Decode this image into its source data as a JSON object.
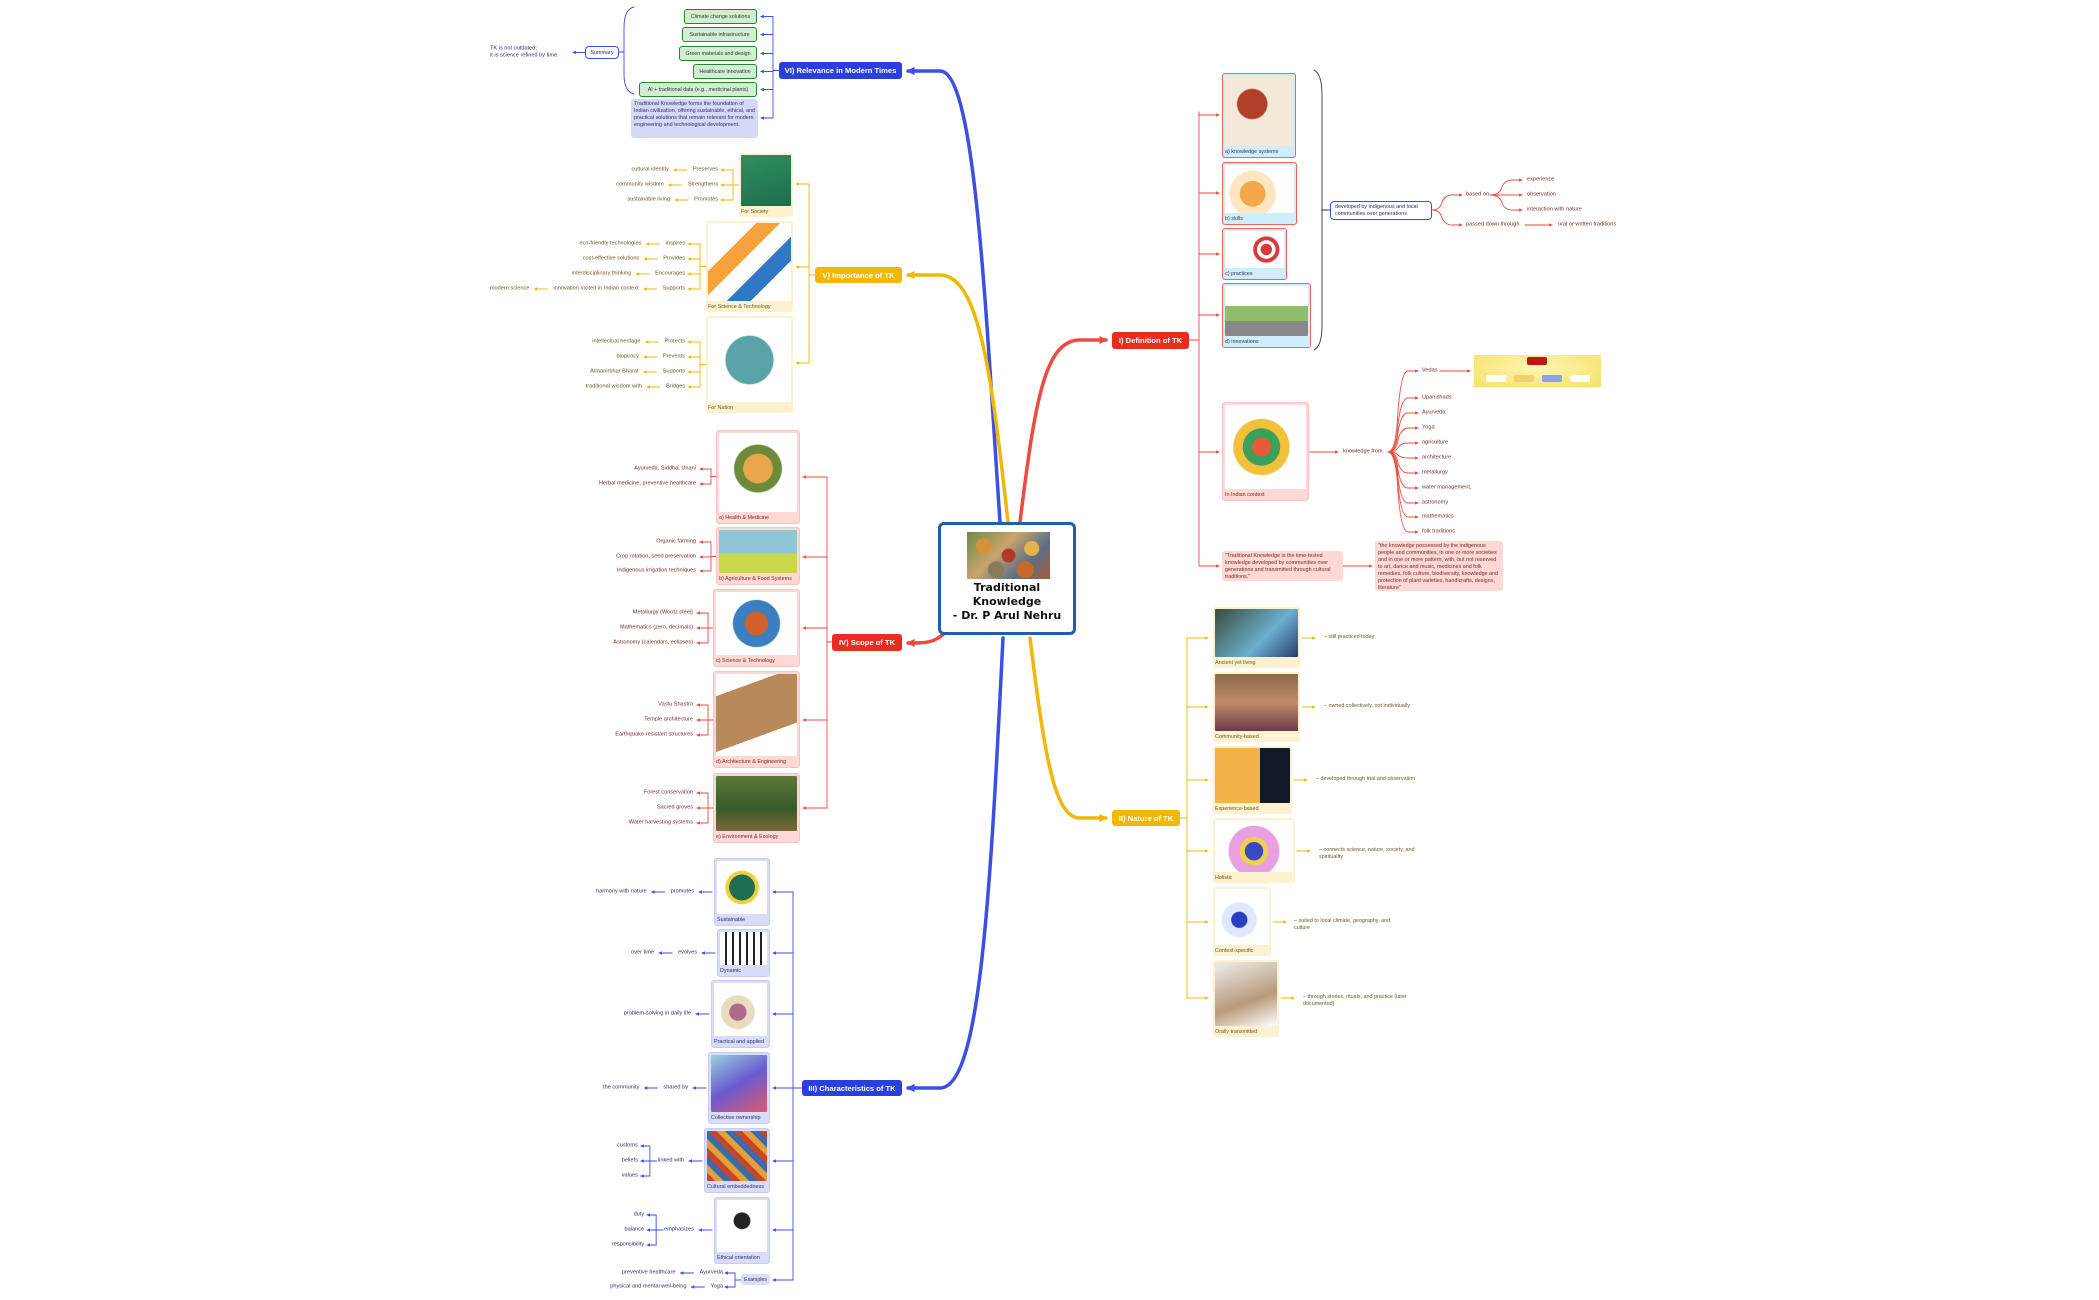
{
  "central": {
    "title_line1": "Traditional",
    "title_line2": "Knowledge",
    "title_line3": "- Dr. P Arul Nehru"
  },
  "colors": {
    "blue": "#2b3fe0",
    "red": "#ea2b1f",
    "yellow": "#f2b705",
    "center_border": "#1f5fae",
    "green": "#1f8a2c"
  },
  "relevance": {
    "label": "VI) Relevance in Modern Times",
    "items": [
      "Climate change solutions",
      "Sustainable infrastructure",
      "Green materials and design",
      "Healthcare innovation",
      "AI + traditional data (e.g., medicinal plants)"
    ],
    "summary_text": "Traditional Knowledge forms the foundation of Indian civilization, offering sustainable, ethical, and practical solutions that remain relevant for modern engineering and technological development.",
    "summary_label": "Summary",
    "summary_note_1": "TK is not outdated;",
    "summary_note_2": "it is science refined by time."
  },
  "importance": {
    "label": "V) Importance of TK",
    "cards": [
      {
        "label": "For Society",
        "rows": [
          [
            "Preserves",
            "cultural identity"
          ],
          [
            "Strengthens",
            "community wisdom"
          ],
          [
            "Promotes",
            "sustainable living"
          ]
        ]
      },
      {
        "label": "For Science & Technology",
        "rows": [
          [
            "Inspires",
            "eco-friendly technologies"
          ],
          [
            "Provides",
            "cost-effective solutions"
          ],
          [
            "Encourages",
            "interdisciplinary thinking"
          ],
          [
            "Supports",
            "innovation rooted in Indian context",
            "modern science"
          ]
        ]
      },
      {
        "label": "For Nation",
        "rows": [
          [
            "Protects",
            "intellectual heritage"
          ],
          [
            "Prevents",
            "biopiracy"
          ],
          [
            "Supports",
            "Atmanirbhar Bharat"
          ],
          [
            "Bridges",
            "traditional wisdom with"
          ]
        ]
      }
    ]
  },
  "scope": {
    "label": "IV) Scope of TK",
    "cards": [
      {
        "label": "a) Health & Medicine",
        "items": [
          "Ayurveda, Siddha, Unani",
          "Herbal medicine, preventive healthcare"
        ]
      },
      {
        "label": "b) Agriculture & Food Systems",
        "items": [
          "Organic farming",
          "Crop rotation, seed preservation",
          "Indigenous irrigation techniques"
        ]
      },
      {
        "label": "c) Science & Technology",
        "items": [
          "Metallurgy (Wootz steel)",
          "Mathematics (zero, decimals)",
          "Astronomy (calendars, eclipses)"
        ]
      },
      {
        "label": "d) Architecture & Engineering",
        "items": [
          "Vastu Shastra",
          "Temple architecture",
          "Earthquake-resistant structures"
        ]
      },
      {
        "label": "e) Environment & Ecology",
        "items": [
          "Forest conservation",
          "Sacred groves",
          "Water harvesting systems"
        ]
      }
    ]
  },
  "characteristics": {
    "label": "III) Characteristics of TK",
    "cards": [
      {
        "label": "Sustainable",
        "chain": [
          "promotes",
          "harmony with nature"
        ]
      },
      {
        "label": "Dynamic",
        "chain": [
          "evolves",
          "over time"
        ]
      },
      {
        "label": "Practical and applied",
        "chain": [
          "problem-solving in daily life"
        ]
      },
      {
        "label": "Collective ownership",
        "chain": [
          "shared by",
          "the community"
        ]
      },
      {
        "label": "Cultural embeddedness",
        "chain": [
          "linked with"
        ],
        "children": [
          "customs",
          "beliefs",
          "values"
        ]
      },
      {
        "label": "Ethical orientation",
        "chain": [
          "emphasizes"
        ],
        "children": [
          "duty",
          "balance",
          "responsibility"
        ]
      }
    ],
    "examples": {
      "label": "Examples",
      "rows": [
        [
          "Ayurveda",
          "preventive healthcare"
        ],
        [
          "Yoga",
          "physical and mental well-being"
        ]
      ]
    }
  },
  "definition": {
    "label": "I) Definition of TK",
    "cards": [
      {
        "label": "a) knowledge systems"
      },
      {
        "label": "b) skills"
      },
      {
        "label": "c) practices"
      },
      {
        "label": "d) innovations"
      }
    ],
    "developed": "developed by indigenous and local communities over generations",
    "based_on": "based on",
    "based_items": [
      "experience",
      "observation",
      "interaction with nature"
    ],
    "passed": "passed down through",
    "passed_target": "oral or written traditions",
    "indian": {
      "label": "In Indian context",
      "knowledge_from": "knowledge from",
      "items": [
        "Vedas",
        "Upanishads",
        "Ayurveda",
        "Yoga",
        "agriculture",
        "architecture",
        "metallurgy",
        "water management,",
        "astronomy",
        "mathematics",
        "folk traditions"
      ]
    },
    "quote_short": "\"Traditional Knowledge is the time-tested knowledge developed by communities over generations and transmitted through cultural traditions.\"",
    "quote_long": "\"the knowledge possessed by the indigenous people and communities, in one or more societies and in one or more pattern, with, but not reserved to art, dance and music, medicines and folk remedies, folk culture, biodiversity, knowledge and protection of plant varieties, handicrafts, designs, literature\""
  },
  "nature": {
    "label": "II) Nature of TK",
    "cards": [
      {
        "label": "Ancient yet living",
        "note": "– still practiced today"
      },
      {
        "label": "Community-based",
        "note": "– owned collectively, not individually"
      },
      {
        "label": "Experience-based",
        "note": "– developed through trial and observation"
      },
      {
        "label": "Holistic",
        "note": "– connects science, nature, society, and spirituality"
      },
      {
        "label": "Context-specific",
        "note": "– suited to local climate, geography, and culture"
      },
      {
        "label": "Orally transmitted",
        "note": "– through stories, rituals, and practice (later documented)"
      }
    ]
  }
}
